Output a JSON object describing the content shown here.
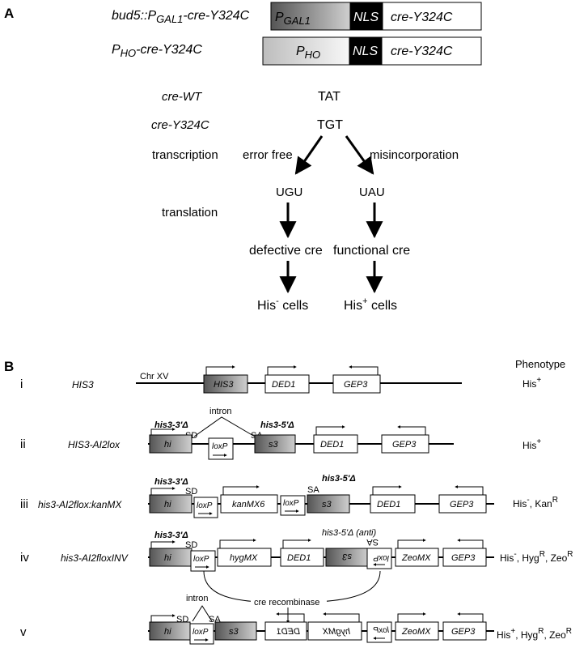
{
  "panel_a": {
    "label": "A",
    "constructs": [
      {
        "name_prefix": "bud5::P",
        "name_sub": "GAL1",
        "name_suffix": "-cre-Y324C",
        "promoter_prefix": "P",
        "promoter_sub": "GAL1",
        "nls": "NLS",
        "gene": "cre-Y324C"
      },
      {
        "name_prefix": "P",
        "name_sub": "HO",
        "name_suffix": "-cre-Y324C",
        "promoter_prefix": "P",
        "promoter_sub": "HO",
        "nls": "NLS",
        "gene": "cre-Y324C"
      }
    ],
    "rows": {
      "cre_wt": "cre-WT",
      "cre_wt_codon": "TAT",
      "cre_y324c": "cre-Y324C",
      "cre_y324c_codon": "TGT",
      "transcription": "transcription",
      "error_free": "error free",
      "misincorporation": "misincorporation",
      "translation": "translation",
      "left_rna": "UGU",
      "right_rna": "UAU",
      "left_protein": "defective cre",
      "right_protein": "functional cre",
      "left_cells_prefix": "His",
      "left_cells_sup": "-",
      "left_cells_suffix": " cells",
      "right_cells_prefix": "His",
      "right_cells_sup": "+",
      "right_cells_suffix": " cells"
    }
  },
  "panel_b": {
    "label": "B",
    "phenotype_header": "Phenotype",
    "rows": [
      {
        "numeral": "i",
        "name": "HIS3",
        "chr": "Chr XV",
        "genes": [
          "HIS3",
          "DED1",
          "GEP3"
        ],
        "phenotype": [
          {
            "t": "His"
          },
          {
            "sup": "+"
          }
        ]
      },
      {
        "numeral": "ii",
        "name": "HIS3-AI2lox",
        "intron": "intron",
        "del3": "his3-3'Δ",
        "del5": "his3-5'Δ",
        "sd": "SD",
        "sa": "SA",
        "genes": [
          "hi",
          "loxP",
          "s3",
          "DED1",
          "GEP3"
        ],
        "phenotype": [
          {
            "t": "His"
          },
          {
            "sup": "+"
          }
        ]
      },
      {
        "numeral": "iii",
        "name": "his3-AI2flox:kanMX",
        "del3": "his3-3'Δ",
        "del5": "his3-5'Δ",
        "sd": "SD",
        "sa": "SA",
        "genes": [
          "hi",
          "loxP",
          "kanMX6",
          "loxP",
          "s3",
          "DED1",
          "GEP3"
        ],
        "phenotype": [
          {
            "t": "His"
          },
          {
            "sup": "-"
          },
          {
            "t": ", Kan"
          },
          {
            "sup": "R"
          }
        ]
      },
      {
        "numeral": "iv",
        "name": "his3-AI2floxINV",
        "del3": "his3-3'Δ",
        "del5": "his3-5'Δ (anti)",
        "sd": "SD",
        "sa": "SA",
        "genes": [
          "hi",
          "loxP",
          "hygMX",
          "DED1",
          "s3",
          "loxP",
          "ZeoMX",
          "GEP3"
        ],
        "recombinase": "cre recombinase",
        "phenotype": [
          {
            "t": "His"
          },
          {
            "sup": "-"
          },
          {
            "t": ", Hyg"
          },
          {
            "sup": "R"
          },
          {
            "t": ", Zeo"
          },
          {
            "sup": "R"
          }
        ]
      },
      {
        "numeral": "v",
        "name": "",
        "intron": "intron",
        "sd": "SD",
        "sa": "SA",
        "genes": [
          "hi",
          "loxP",
          "s3",
          "DED1",
          "hygMX",
          "loxP",
          "ZeoMX",
          "GEP3"
        ],
        "phenotype": [
          {
            "t": "His"
          },
          {
            "sup": "+"
          },
          {
            "t": ", Hyg"
          },
          {
            "sup": "R"
          },
          {
            "t": ", Zeo"
          },
          {
            "sup": "R"
          }
        ]
      }
    ]
  }
}
